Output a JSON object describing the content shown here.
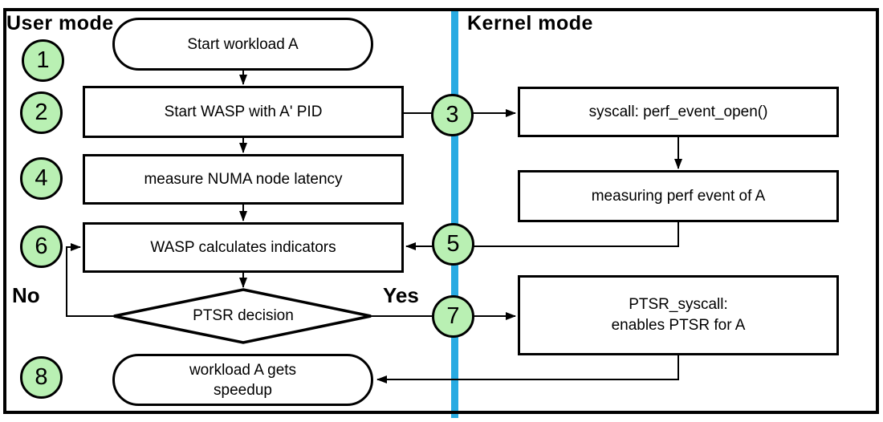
{
  "regions": {
    "left_label": "User mode",
    "right_label": "Kernel mode"
  },
  "nodes": {
    "start": "Start workload A",
    "wasp_start": "Start WASP with A' PID",
    "numa": "measure NUMA node latency",
    "indicators": "WASP calculates indicators",
    "decision": "PTSR decision",
    "speedup_line1": "workload A gets",
    "speedup_line2": "speedup",
    "syscall": "syscall: perf_event_open()",
    "measuring": "measuring perf event of A",
    "ptsr_line1": "PTSR_syscall:",
    "ptsr_line2": "enables PTSR for A"
  },
  "steps": {
    "s1": "1",
    "s2": "2",
    "s3": "3",
    "s4": "4",
    "s5": "5",
    "s6": "6",
    "s7": "7",
    "s8": "8"
  },
  "edge_labels": {
    "no": "No",
    "yes": "Yes"
  },
  "colors": {
    "step_fill": "#b9f0b3",
    "divider": "#29abe2",
    "stroke": "#000000",
    "node_fill": "#ffffff"
  }
}
